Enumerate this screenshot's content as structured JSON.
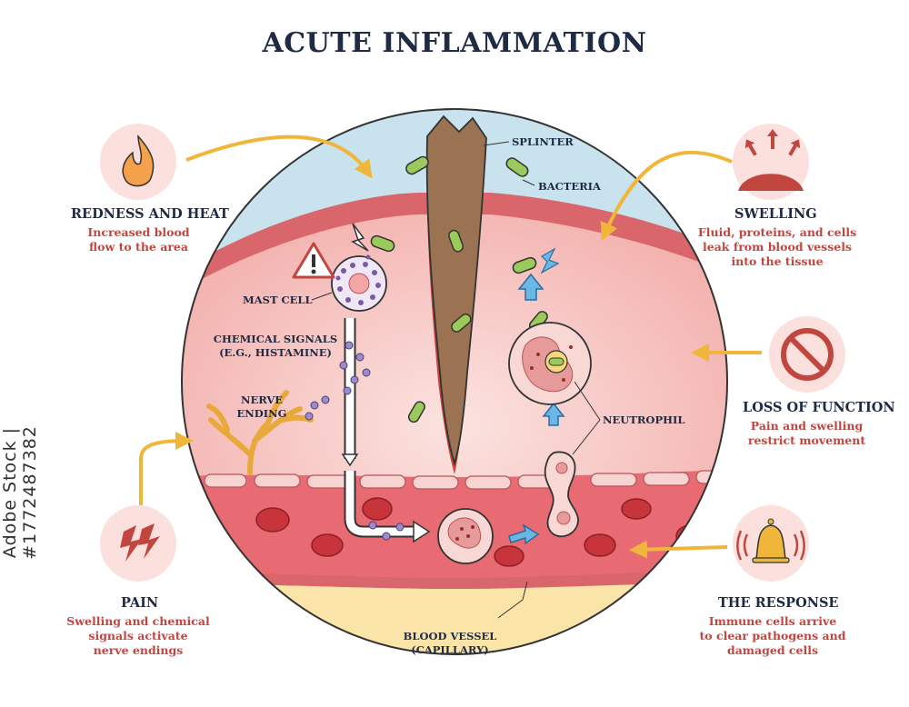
{
  "title": "ACUTE INFLAMMATION",
  "stock_id": "Adobe Stock | #1772487382",
  "watermark": "Adobe Stock",
  "symptoms": {
    "redness_heat": {
      "heading": "REDNESS AND HEAT",
      "desc_1": "Increased blood",
      "desc_2": "flow to the area"
    },
    "swelling": {
      "heading": "SWELLING",
      "desc_1": "Fluid, proteins, and cells",
      "desc_2": "leak from blood vessels",
      "desc_3": "into the tissue"
    },
    "loss_of_function": {
      "heading": "LOSS OF FUNCTION",
      "desc_1": "Pain and swelling",
      "desc_2": "restrict movement"
    },
    "pain": {
      "heading": "PAIN",
      "desc_1": "Swelling and chemical",
      "desc_2": "signals activate",
      "desc_3": "nerve endings"
    },
    "response": {
      "heading": "THE RESPONSE",
      "desc_1": "Immune cells arrive",
      "desc_2": "to clear pathogens and",
      "desc_3": "damaged cells"
    }
  },
  "labels": {
    "splinter": "SPLINTER",
    "bacteria": "BACTERIA",
    "mast_cell": "MAST CELL",
    "chemical_signals_1": "CHEMICAL SIGNALS",
    "chemical_signals_2": "(E.G., HISTAMINE)",
    "nerve_ending_1": "NERVE",
    "nerve_ending_2": "ENDING",
    "neutrophil": "NEUTROPHIL",
    "blood_vessel_1": "BLOOD VESSEL",
    "blood_vessel_2": "(CAPILLARY)"
  },
  "colors": {
    "sky": "#c9e3ee",
    "skin_top": "#d9666a",
    "tissue": "#f6c3c0",
    "vessel": "#e86b73",
    "fat": "#fbe4a8",
    "icon_circle": "#fbe0dd",
    "arrow": "#f0b63a",
    "heading": "#1f2a44",
    "desc": "#c0463f"
  }
}
